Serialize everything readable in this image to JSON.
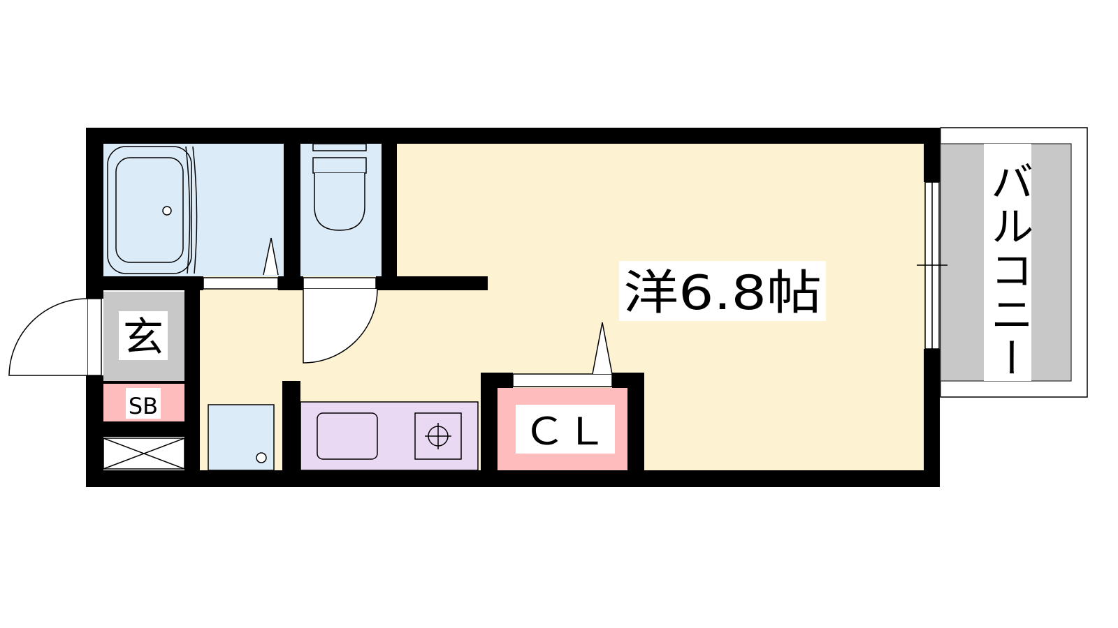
{
  "rooms": {
    "western": {
      "label": "洋6.8帖"
    },
    "closet": {
      "label": "ＣＬ"
    },
    "entrance": {
      "label": "玄"
    },
    "shoe_box": {
      "label": "SB"
    },
    "balcony": {
      "label": "バルコニー"
    }
  },
  "colors": {
    "wall": "#000000",
    "room_floor": "#fdf2d2",
    "wet_area": "#dcebf8",
    "kitchen": "#ead9f2",
    "closet": "#ffbcbc",
    "entrance": "#c8c8c8",
    "balcony": "#c8c8c8"
  }
}
